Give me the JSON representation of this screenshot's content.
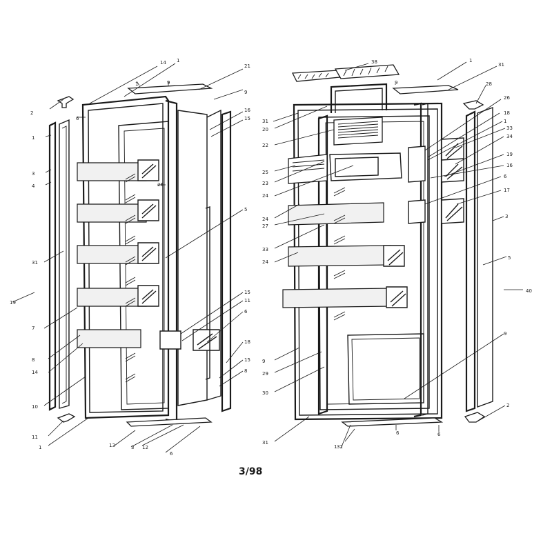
{
  "caption": "3/98",
  "left_callouts": [
    "14",
    "1",
    "21",
    "2",
    "9",
    "1",
    "9",
    "16",
    "15",
    "6",
    "1",
    "3",
    "4",
    "26",
    "5",
    "31",
    "19",
    "15",
    "11",
    "6",
    "7",
    "8",
    "14",
    "18",
    "15",
    "8",
    "10",
    "11",
    "1",
    "13",
    "3",
    "12",
    "6"
  ],
  "right_callouts": [
    "38",
    "1",
    "31",
    "9",
    "28",
    "31",
    "20",
    "22",
    "26",
    "18",
    "1",
    "25",
    "33",
    "23",
    "24",
    "34",
    "19",
    "16",
    "6",
    "17",
    "24",
    "27",
    "3",
    "33",
    "24",
    "5",
    "40",
    "9",
    "9",
    "29",
    "30",
    "31",
    "32",
    "1",
    "6",
    "6",
    "2"
  ]
}
